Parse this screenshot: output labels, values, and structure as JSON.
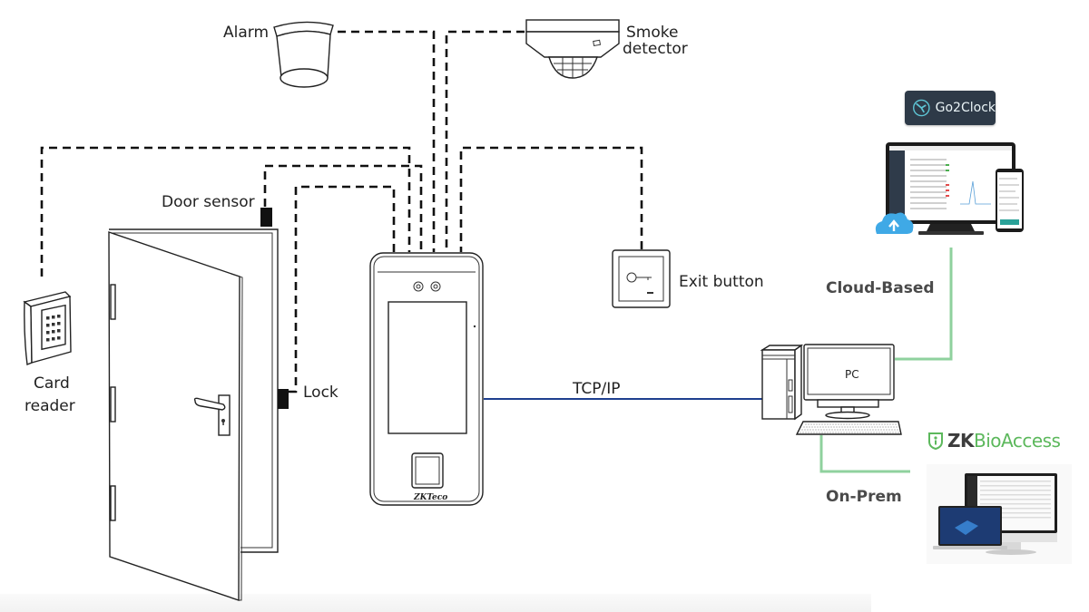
{
  "diagram": {
    "title": "Access control wiring diagram",
    "devices": {
      "alarm": {
        "label": "Alarm"
      },
      "smoke_detector": {
        "label_line1": "Smoke",
        "label_line2": "detector"
      },
      "door_sensor": {
        "label": "Door sensor"
      },
      "card_reader": {
        "label_line1": "Card",
        "label_line2": "reader"
      },
      "lock": {
        "label": "Lock"
      },
      "exit_button": {
        "label": "Exit button"
      },
      "terminal": {
        "brand": "ZKTeco"
      },
      "pc": {
        "label": "PC"
      }
    },
    "connections": {
      "tcpip": {
        "label": "TCP/IP",
        "color": "#1e3f8f"
      },
      "cloud": {
        "label": "Cloud-Based",
        "color": "#8fd19e"
      },
      "onprem": {
        "label": "On-Prem",
        "color": "#8fd19e"
      }
    },
    "brands": {
      "go2clock": {
        "label": "Go2Clock",
        "bg": "#2e3a48"
      },
      "zkbioaccess": {
        "prefix": "ZK",
        "suffix": "BioAccess",
        "accent": "#5cb85c"
      }
    }
  }
}
